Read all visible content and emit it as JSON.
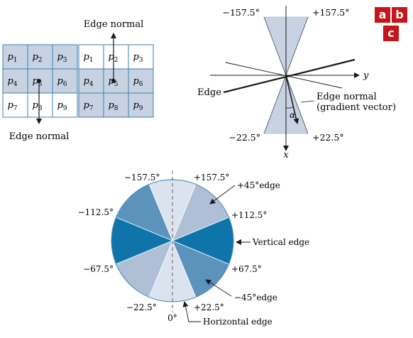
{
  "colors": {
    "light_blue": "#c7d3e3",
    "grid_line": "#3d7fb1",
    "cone_fill": "#c7d3e3",
    "badge_red": "#c4161c",
    "sector_lightest": "#dbe3ef",
    "sector_light": "#aebfd6",
    "sector_medium": "#5b93bd",
    "sector_dark": "#0f74a9"
  },
  "badges": [
    "a",
    "b",
    "c"
  ],
  "panel_a": {
    "edge_normal_top": "Edge normal",
    "edge_normal_bottom": "Edge normal",
    "grid_left": [
      "p1",
      "p2",
      "p3",
      "p4",
      "p5",
      "p6",
      "p7",
      "p8",
      "p9"
    ],
    "grid_right": [
      "p1",
      "p2",
      "p3",
      "p4",
      "p5",
      "p6",
      "p7",
      "p8",
      "p9"
    ]
  },
  "panel_b": {
    "angle_top_left": "−157.5°",
    "angle_top_right": "+157.5°",
    "angle_bottom_left": "−22.5°",
    "angle_bottom_right": "+22.5°",
    "y_axis": "y",
    "x_axis": "x",
    "edge_label": "Edge",
    "edge_normal_line1": "Edge normal",
    "edge_normal_line2": "(gradient vector)",
    "alpha": "α"
  },
  "panel_c": {
    "angles": {
      "m157": "−157.5°",
      "p157": "+157.5°",
      "m112": "−112.5°",
      "p112": "+112.5°",
      "m67": "−67.5°",
      "p67": "+67.5°",
      "m22": "−22.5°",
      "p22": "+22.5°",
      "zero": "0°"
    },
    "labels": {
      "plus45": "+45°edge",
      "vertical": "Vertical edge",
      "minus45": "−45°edge",
      "horizontal": "Horizontal edge"
    }
  }
}
